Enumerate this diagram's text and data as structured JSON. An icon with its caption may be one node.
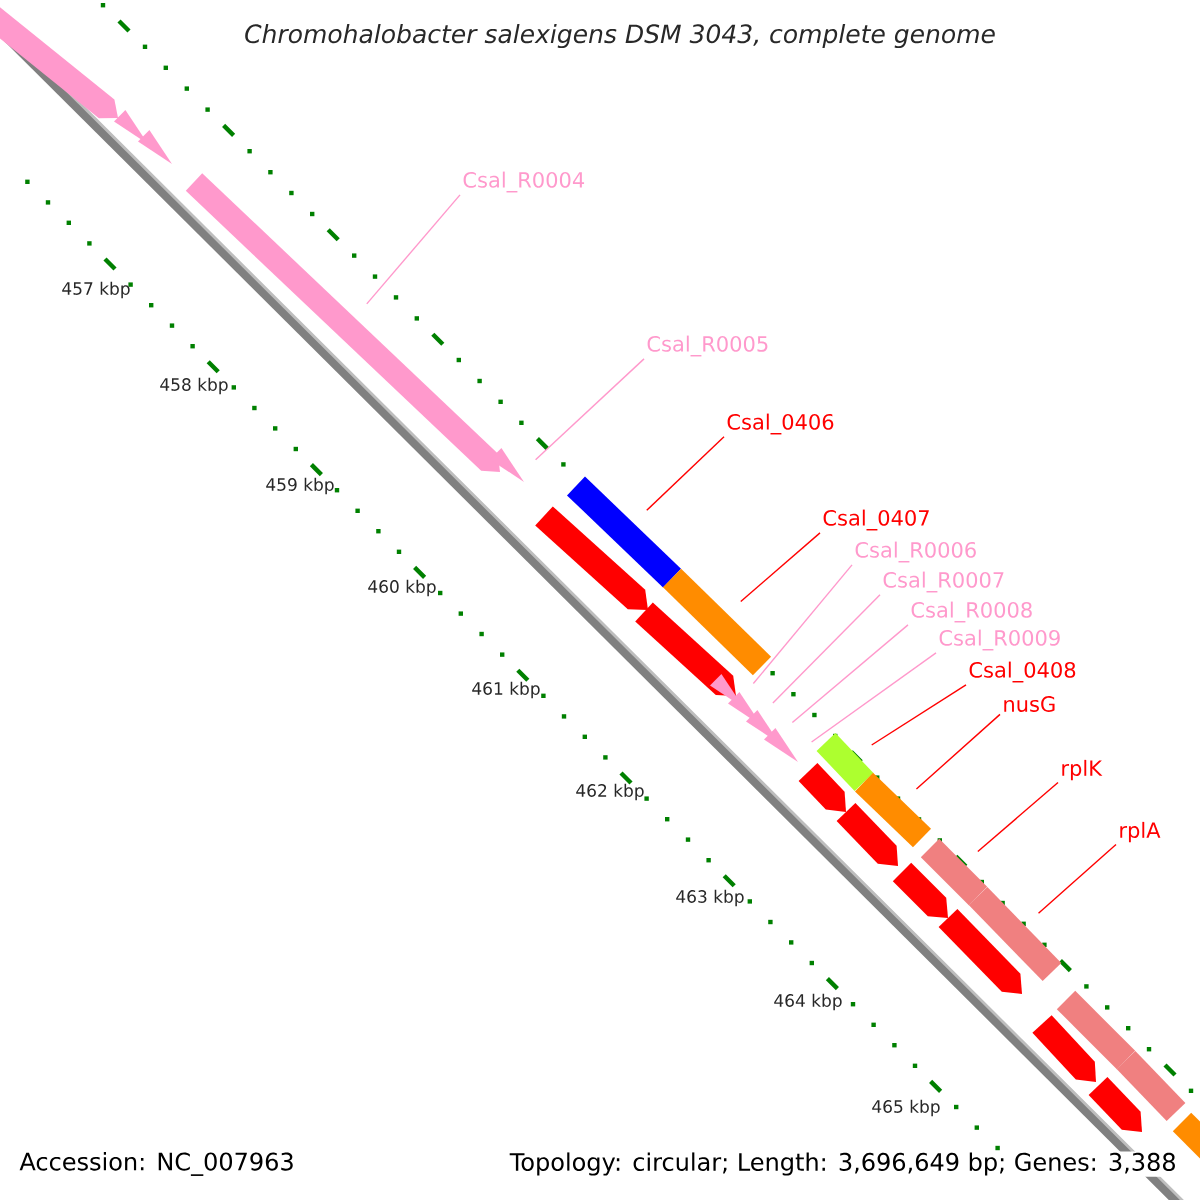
{
  "diagram": {
    "title": "Chromohalobacter salexigens DSM 3043, complete genome",
    "nodes": [
      {
        "text": [
          "Csal_R0004"
        ]
      },
      {
        "text": [
          "Csal_R0005"
        ]
      },
      {
        "text": [
          "Csal_0406"
        ]
      },
      {
        "text": [
          "Csal_0407"
        ]
      },
      {
        "text": [
          "Csal_R0006"
        ]
      },
      {
        "text": [
          "Csal_R0007"
        ]
      },
      {
        "text": [
          "Csal_R0008"
        ]
      },
      {
        "text": [
          "Csal_R0009"
        ]
      },
      {
        "text": [
          "Csal_0408"
        ]
      },
      {
        "text": [
          "nusG"
        ]
      },
      {
        "text": [
          "rplK"
        ]
      },
      {
        "text": [
          "rplA"
        ]
      },
      {
        "text": [],
        "shape": "arrow"
      },
      {
        "text": [],
        "shape": "arrow"
      },
      {
        "text": [],
        "shape": "arrow"
      },
      {
        "text": [],
        "shape": "arrow"
      },
      {
        "text": [],
        "shape": "arrow"
      },
      {
        "text": [],
        "shape": "arrow"
      },
      {
        "text": [],
        "shape": "bar"
      },
      {
        "text": [],
        "shape": "arrow"
      },
      {
        "text": [],
        "shape": "bar"
      },
      {
        "text": [],
        "shape": "arrow"
      },
      {
        "text": [],
        "shape": "arrow"
      },
      {
        "text": [],
        "shape": "arrow"
      },
      {
        "text": [],
        "shape": "arrow"
      },
      {
        "text": [],
        "shape": "arrow"
      },
      {
        "text": [],
        "shape": "bar"
      },
      {
        "text": [],
        "shape": "arrow"
      },
      {
        "text": [],
        "shape": "bar"
      },
      {
        "text": [],
        "shape": "arrow"
      },
      {
        "text": [],
        "shape": "bar"
      },
      {
        "text": [],
        "shape": "arrow"
      },
      {
        "text": [],
        "shape": "bar"
      },
      {
        "text": [],
        "shape": "arrow"
      },
      {
        "text": [],
        "shape": "bar"
      },
      {
        "text": [],
        "shape": "arrow"
      },
      {
        "text": [],
        "shape": "bar"
      },
      {
        "text": [],
        "shape": "bar"
      }
    ],
    "edges": [
      {
        "from": 0,
        "to": 15,
        "arrow": "none",
        "color": "#ff99cc"
      },
      {
        "from": 1,
        "to": 16,
        "arrow": "none",
        "color": "#ff99cc"
      },
      {
        "from": 2,
        "to": 18,
        "arrow": "none",
        "color": "#ff0000"
      },
      {
        "from": 3,
        "to": 20,
        "arrow": "none",
        "color": "#ff0000"
      },
      {
        "from": 4,
        "to": 21,
        "arrow": "none",
        "color": "#ff99cc"
      },
      {
        "from": 5,
        "to": 22,
        "arrow": "none",
        "color": "#ff99cc"
      },
      {
        "from": 6,
        "to": 23,
        "arrow": "none",
        "color": "#ff99cc"
      },
      {
        "from": 7,
        "to": 24,
        "arrow": "none",
        "color": "#ff99cc"
      },
      {
        "from": 8,
        "to": 26,
        "arrow": "none",
        "color": "#ff0000"
      },
      {
        "from": 9,
        "to": 28,
        "arrow": "none",
        "color": "#ff0000"
      },
      {
        "from": 10,
        "to": 30,
        "arrow": "none",
        "color": "#ff0000"
      },
      {
        "from": 11,
        "to": 32,
        "arrow": "none",
        "color": "#ff0000"
      }
    ],
    "labels": [
      "457 kbp",
      "458 kbp",
      "459 kbp",
      "460 kbp",
      "461 kbp",
      "462 kbp",
      "463 kbp",
      "464 kbp",
      "465 kbp",
      "Accession: NC_007963",
      "Topology: circular; Length: 3,696,649 bp; Genes: 3,388"
    ]
  }
}
